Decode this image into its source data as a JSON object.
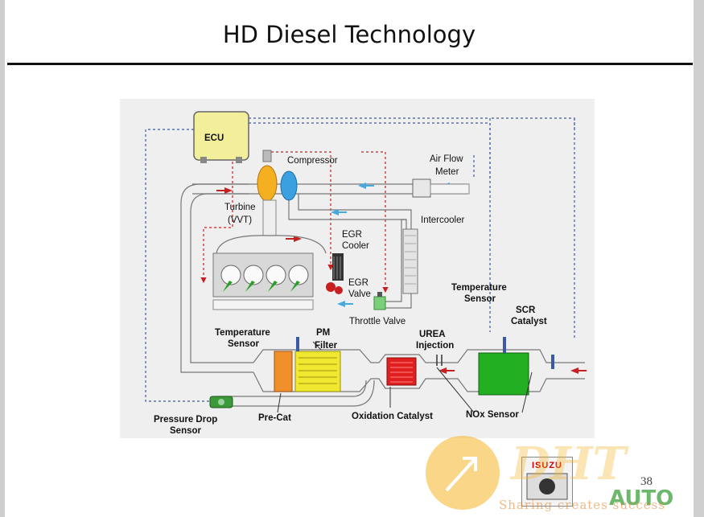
{
  "slide": {
    "title": "HD Diesel Technology",
    "page_number": "38"
  },
  "diagram": {
    "ecu": "ECU",
    "compressor": "Compressor",
    "air_flow_meter_1": "Air Flow",
    "air_flow_meter_2": "Meter",
    "turbine_1": "Turbine",
    "turbine_2": "(VVT)",
    "intercooler": "Intercooler",
    "egr_cooler_1": "EGR",
    "egr_cooler_2": "Cooler",
    "egr_valve_1": "EGR",
    "egr_valve_2": "Valve",
    "throttle_valve": "Throttle Valve",
    "temp_sensor_right_1": "Temperature",
    "temp_sensor_right_2": "Sensor",
    "scr_catalyst_1": "SCR",
    "scr_catalyst_2": "Catalyst",
    "temp_sensor_left_1": "Temperature",
    "temp_sensor_left_2": "Sensor",
    "pm_filter_1": "PM",
    "pm_filter_2": "Filter",
    "urea_injection_1": "UREA",
    "urea_injection_2": "Injection",
    "pressure_drop_sensor_1": "Pressure Drop",
    "pressure_drop_sensor_2": "Sensor",
    "pre_cat": "Pre-Cat",
    "oxidation_catalyst": "Oxidation Catalyst",
    "nox_sensor": "NOx Sensor"
  },
  "badge": {
    "text": "ISUZU"
  },
  "watermark": {
    "logo_text": "DHT",
    "auto_text": "AUTO",
    "tagline": "Sharing creates success"
  },
  "colors": {
    "ecu_fill": "#f2ee9a",
    "scr_fill": "#22b022",
    "pm_filter_fill": "#f0e830",
    "pre_cat_fill": "#f0902a",
    "oxidation_fill": "#e02020",
    "exhaust_arrow": "#c82020",
    "intake_arrow": "#4aa8e0",
    "signal_line": "#3a5aa8"
  }
}
